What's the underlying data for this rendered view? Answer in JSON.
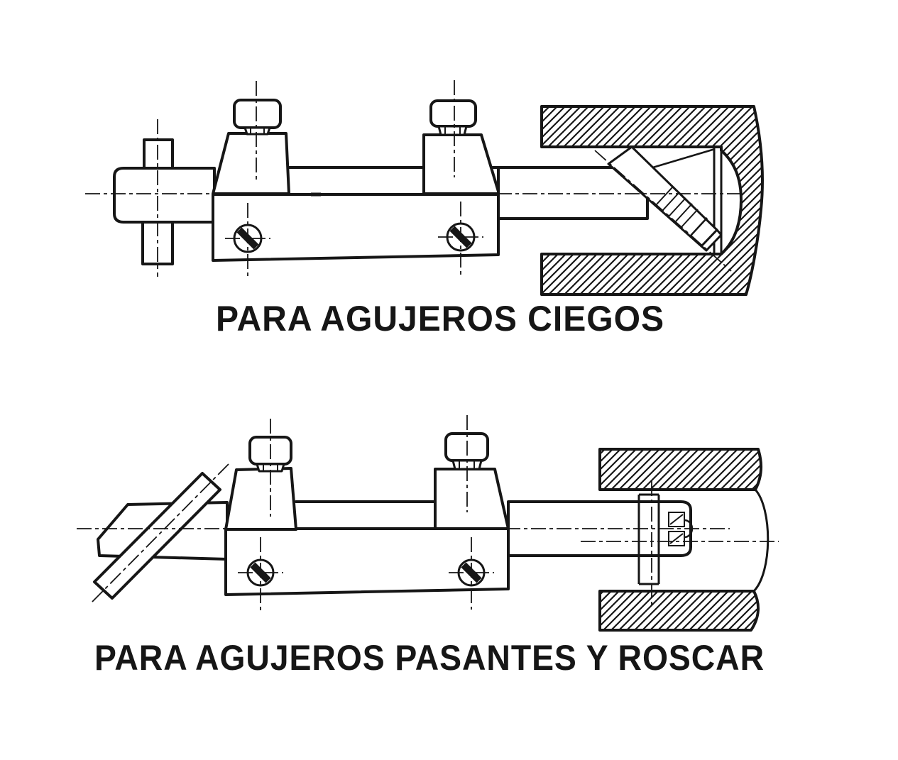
{
  "page": {
    "background": "#ffffff",
    "ink": "#161616"
  },
  "figure": {
    "type": "technical-drawing",
    "language": "es",
    "diagrams": [
      {
        "id": "blind-holes",
        "caption": "PARA AGUJEROS CIEGOS"
      },
      {
        "id": "through-holes",
        "caption": "PARA AGUJEROS PASANTES Y ROSCAR"
      }
    ]
  }
}
